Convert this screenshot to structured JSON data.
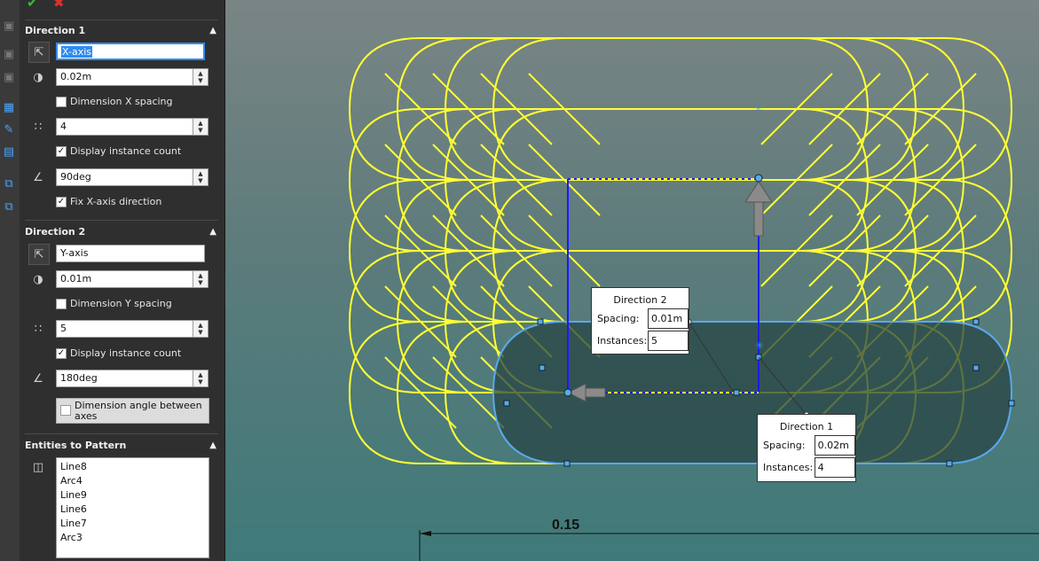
{
  "panel": {
    "direction1": {
      "title": "Direction 1",
      "direction_value": "X-axis",
      "spacing": "0.02m",
      "dimension_spacing_label": "Dimension X spacing",
      "instance_count": "4",
      "display_count_label": "Display instance count",
      "angle": "90deg",
      "fix_axis_label": "Fix X-axis direction"
    },
    "direction2": {
      "title": "Direction 2",
      "direction_value": "Y-axis",
      "spacing": "0.01m",
      "dimension_spacing_label": "Dimension Y spacing",
      "instance_count": "5",
      "display_count_label": "Display instance count",
      "angle": "180deg",
      "dimension_angle_label": "Dimension angle between axes"
    },
    "entities": {
      "title": "Entities to Pattern",
      "items": [
        "Line8",
        "Arc4",
        "Line9",
        "Line6",
        "Line7",
        "Arc3"
      ]
    }
  },
  "callouts": {
    "direction2": {
      "title": "Direction 2",
      "spacing_label": "Spacing:",
      "spacing_value": "0.01m",
      "instances_label": "Instances:",
      "instances_value": "5"
    },
    "direction1": {
      "title": "Direction 1",
      "spacing_label": "Spacing:",
      "spacing_value": "0.02m",
      "instances_label": "Instances:",
      "instances_value": "4"
    }
  },
  "dimension": {
    "value": "0.15"
  },
  "colors": {
    "pattern": "#ffff33",
    "selected": "#5aa9e8",
    "axis": "#1a1aff",
    "panel": "#2f2f2f"
  },
  "icons": [
    "ok-check-icon",
    "cancel-x-icon",
    "direction-icon",
    "spacing-icon",
    "instances-icon",
    "angle-icon",
    "entities-icon"
  ]
}
